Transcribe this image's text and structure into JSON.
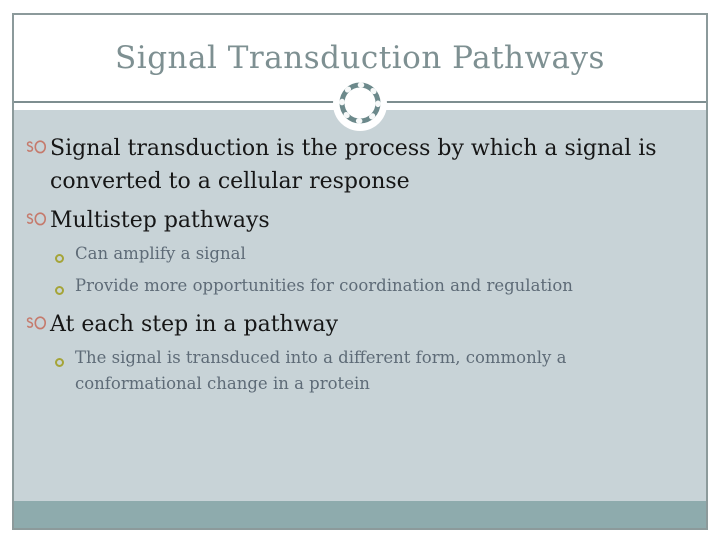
{
  "slide": {
    "title": "Signal Transduction Pathways",
    "bullets": [
      {
        "level": 1,
        "text": "Signal transduction is the process by which a signal is converted to a cellular response"
      },
      {
        "level": 1,
        "text": "Multistep pathways"
      },
      {
        "level": 2,
        "text": "Can amplify a signal"
      },
      {
        "level": 2,
        "text": "Provide more opportunities for coordination and regulation"
      },
      {
        "level": 1,
        "text": "At each step in a pathway"
      },
      {
        "level": 2,
        "text": "The signal is transduced into a different form, commonly a conformational change in a protein"
      }
    ],
    "icons": {
      "level1_bullet": "oriel-80-bullet-icon",
      "level2_bullet": "open-circle-bullet-icon",
      "ornament": "ring-circle-ornament-icon"
    },
    "colors": {
      "title_color": "#7E9092",
      "body_bg": "#C8D3D7",
      "footer_band": "#8EABAD",
      "frame_border": "#8C9A9B",
      "line_color": "#7E8E90",
      "bullet1": "#C57A6C",
      "bullet2": "#A5A438",
      "text_level1": "#161616",
      "text_level2": "#5E6B77",
      "ornament_ring": "#6C898B"
    }
  }
}
